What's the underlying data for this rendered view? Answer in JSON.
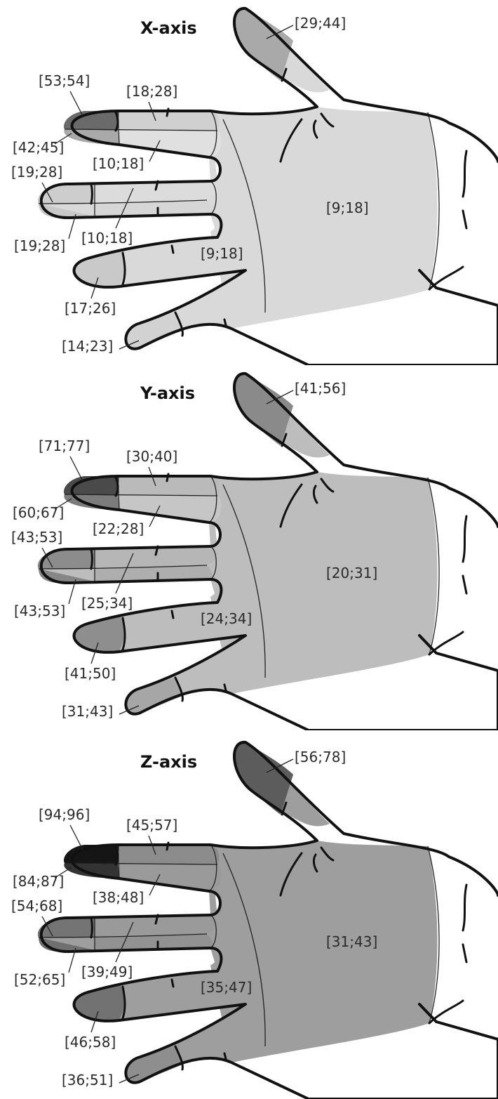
{
  "panels": [
    {
      "key": "x",
      "title": "X-axis",
      "colors": {
        "palm": "#d9d9d9",
        "thumb_tip": "#a9a9a9",
        "index_dist_top": "#6a6a6a",
        "index_dist_bot": "#a9a9a9",
        "index_mid_top": "#d0d0d0",
        "index_mid_bot": "#e0e0e0",
        "middle_dist_top": "#cdcdcd",
        "middle_dist_bot": "#c9c9c9",
        "middle_mid_top": "#dcdcdc",
        "middle_mid_bot": "#d6d6d6",
        "ring_dist": "#c9c9c9",
        "little_dist": "#d2d2d2"
      },
      "labels": {
        "thumb": "[29;44]",
        "index_dist_top": "[53;54]",
        "index_dist_bot": "[42;45]",
        "index_mid_top": "[18;28]",
        "index_mid_bot": "[10;18]",
        "middle_dist_top": "[19;28]",
        "middle_dist_bot": "[19;28]",
        "middle_mid": "[10;18]",
        "ring": "[17;26]",
        "little": "[14;23]",
        "proximal": "[9;18]",
        "palm": "[9;18]"
      }
    },
    {
      "key": "y",
      "title": "Y-axis",
      "colors": {
        "palm": "#bdbdbd",
        "thumb_tip": "#8a8a8a",
        "index_dist_top": "#4a4a4a",
        "index_dist_bot": "#7c7c7c",
        "index_mid_top": "#bababa",
        "index_mid_bot": "#c6c6c6",
        "middle_dist_top": "#8c8c8c",
        "middle_dist_bot": "#868686",
        "middle_mid_top": "#b6b6b6",
        "middle_mid_bot": "#aeaeae",
        "ring_dist": "#8e8e8e",
        "little_dist": "#a6a6a6"
      },
      "labels": {
        "thumb": "[41;56]",
        "index_dist_top": "[71;77]",
        "index_dist_bot": "[60;67]",
        "index_mid_top": "[30;40]",
        "index_mid_bot": "[22;28]",
        "middle_dist_top": "[43;53]",
        "middle_dist_bot": "[43;53]",
        "middle_mid": "[25;34]",
        "ring": "[41;50]",
        "little": "[31;43]",
        "proximal": "[24;34]",
        "palm": "[20;31]"
      }
    },
    {
      "key": "z",
      "title": "Z-axis",
      "colors": {
        "palm": "#9e9e9e",
        "thumb_tip": "#5c5c5c",
        "index_dist_top": "#151515",
        "index_dist_bot": "#333333",
        "index_mid_top": "#8c8c8c",
        "index_mid_bot": "#9a9a9a",
        "middle_dist_top": "#747474",
        "middle_dist_bot": "#707070",
        "middle_mid_top": "#9a9a9a",
        "middle_mid_bot": "#929292",
        "ring_dist": "#727272",
        "little_dist": "#8e8e8e"
      },
      "labels": {
        "thumb": "[56;78]",
        "index_dist_top": "[94;96]",
        "index_dist_bot": "[84;87]",
        "index_mid_top": "[45;57]",
        "index_mid_bot": "[38;48]",
        "middle_dist_top": "[54;68]",
        "middle_dist_bot": "[52;65]",
        "middle_mid": "[39;49]",
        "ring": "[46;58]",
        "little": "[36;51]",
        "proximal": "[35;47]",
        "palm": "[31;43]"
      }
    }
  ]
}
